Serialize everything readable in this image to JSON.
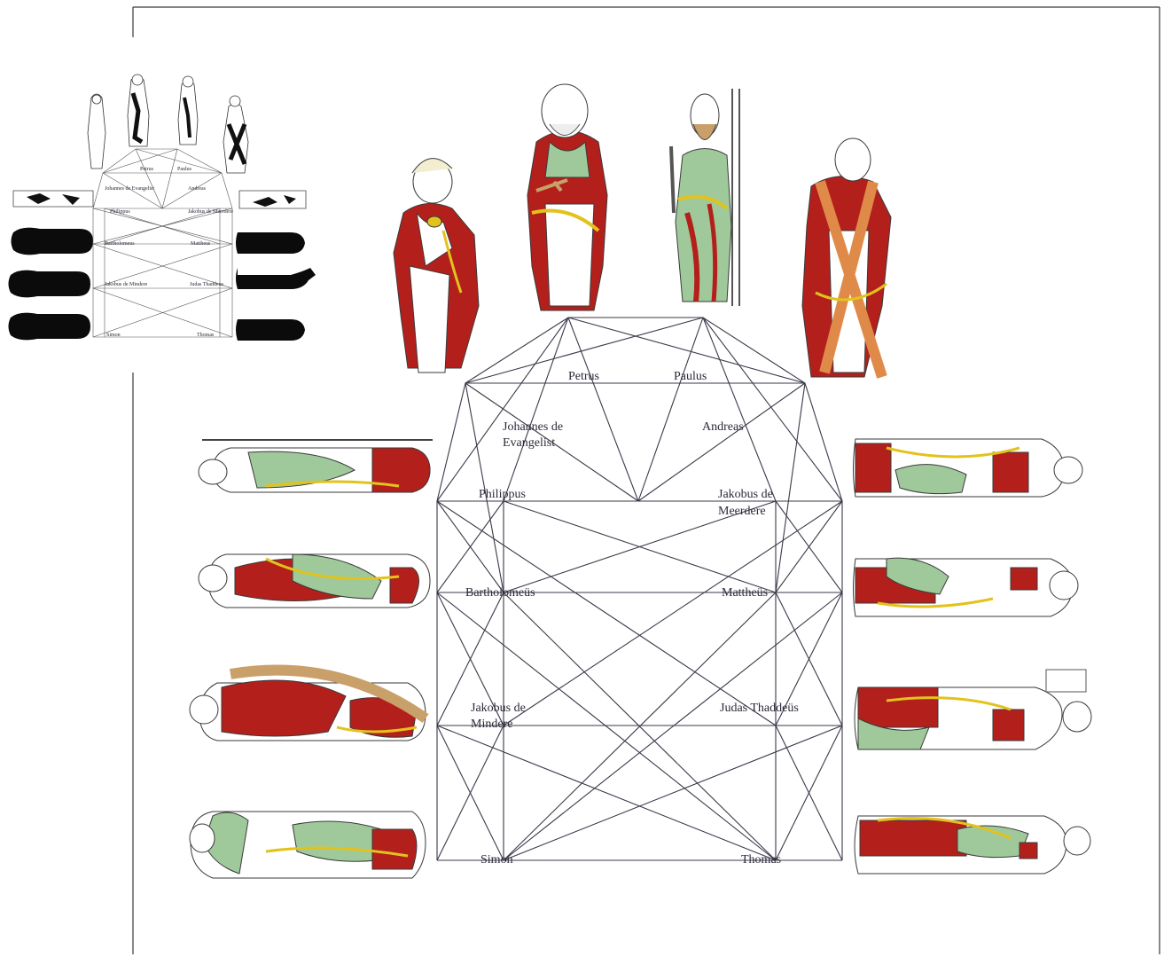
{
  "diagram": {
    "labels": {
      "petrus": "Petrus",
      "paulus": "Paulus",
      "johannes_1": "Johannes de",
      "johannes_2": "Evangelist",
      "andreas": "Andreas",
      "philippus": "Philippus",
      "jakobus_meerdere_1": "Jakobus de",
      "jakobus_meerdere_2": "Meerdere",
      "bartholomeus": "Bartholomeüs",
      "mattheus": "Mattheüs",
      "jakobus_mindere_1": "Jakobus de",
      "jakobus_mindere_2": "Mindere",
      "judas": "Judas Thaddeüs",
      "simon": "Simon",
      "thomas": "Thomas"
    },
    "colors": {
      "red": "#b3201c",
      "green": "#9fc99a",
      "yellow": "#e3c21c",
      "brown": "#c9a06a",
      "orange": "#e08a4a",
      "line": "#3a3a4a",
      "ink": "#3a3a3a"
    }
  },
  "thumbnail": {
    "labels": {
      "petrus": "Petrus",
      "paulus": "Paulus",
      "johannes": "Johannes de Evangelist",
      "andreas": "Andreas",
      "philippus": "Philippus",
      "jakobus_meerdere": "Jakobus de Meerdere",
      "bartholomeus": "Bartholomeus",
      "mattheus": "Mattheus",
      "jakobus_mindere": "Jakobus de Mindere",
      "judas": "Judas Thaddeus",
      "simon": "Simon",
      "thomas": "Thomas"
    }
  }
}
